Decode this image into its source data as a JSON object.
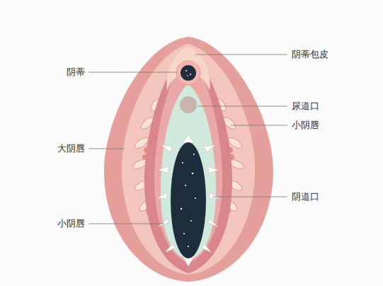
{
  "diagram": {
    "labels": [
      "阴蒂包皮",
      "阴蒂",
      "尿道口",
      "小阴唇",
      "大阴唇",
      "阴道口",
      "小阴唇"
    ]
  }
}
